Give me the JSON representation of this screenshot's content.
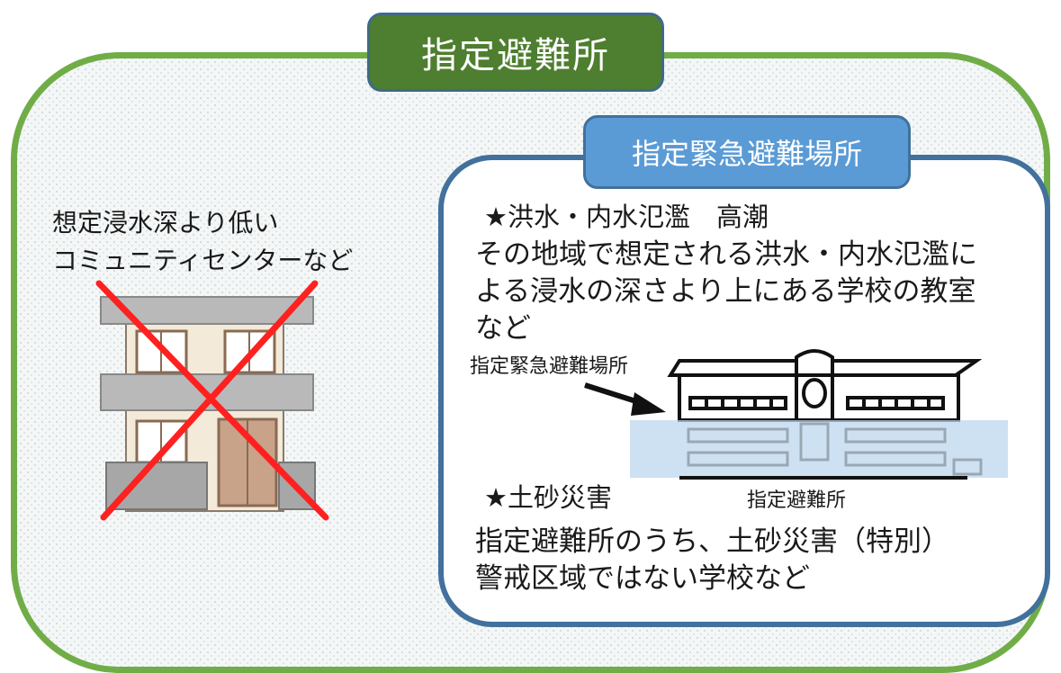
{
  "title": "指定避難所",
  "left": {
    "line1": "想定浸水深より低い",
    "line2": "コミュニティセンターなど"
  },
  "inner": {
    "tag": "指定緊急避難場所",
    "flood_heading": "★洪水・内水氾濫　高潮",
    "flood_text": [
      "その地域で想定される洪水・内水氾濫に",
      "よる浸水の深さより上にある学校の教室",
      "など"
    ],
    "school_upper_label": "指定緊急避難場所",
    "school_lower_label": "指定避難所",
    "landslide_heading": "★土砂災害",
    "landslide_text": [
      "指定避難所のうち、土砂災害（特別）",
      "警戒区域ではない学校など"
    ]
  },
  "colors": {
    "outer_border": "#70ad47",
    "title_fill": "#4e7e2f",
    "inner_border": "#41719c",
    "sub_tag_fill": "#5b9bd5",
    "cross": "#ff2020",
    "flood_water": "#bdd7ee"
  },
  "icons": {
    "building": "low-building-icon",
    "cross": "red-cross-icon",
    "school": "school-building-icon",
    "arrow": "arrow-icon"
  }
}
